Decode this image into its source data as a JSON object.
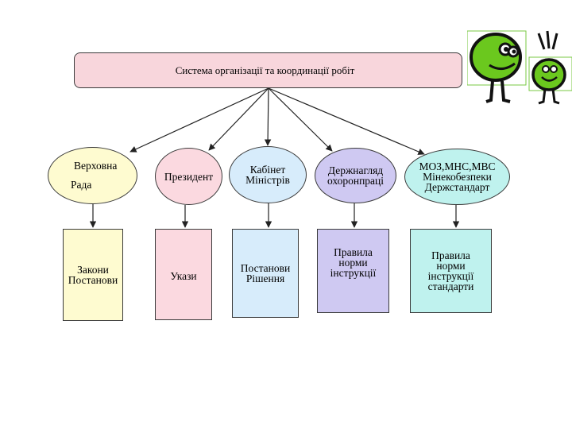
{
  "diagram": {
    "title": "Система організації та координації робіт",
    "authorities": [
      {
        "id": "verkhovna-rada",
        "lines": [
          "Верховна",
          "Рада"
        ],
        "fill": "#fefbd0"
      },
      {
        "id": "president",
        "lines": [
          "Президент"
        ],
        "fill": "#fbd9e0"
      },
      {
        "id": "cabinet",
        "lines": [
          "Кабінет",
          "Міністрів"
        ],
        "fill": "#d7ecfb"
      },
      {
        "id": "derzhnahliad",
        "lines": [
          "Держнагляд",
          "охоронпраці"
        ],
        "fill": "#cfc9f2"
      },
      {
        "id": "moz-mns-mvs",
        "lines": [
          "МОЗ,МНС,МВС",
          "Мінекобезпеки",
          "Держстандарт"
        ],
        "fill": "#bff2ee"
      }
    ],
    "documents": [
      {
        "id": "laws",
        "lines": [
          "Закони",
          "Постанови"
        ],
        "fill": "#fefbd0"
      },
      {
        "id": "decrees",
        "lines": [
          "Укази"
        ],
        "fill": "#fbd9e0"
      },
      {
        "id": "resolutions",
        "lines": [
          "Постанови",
          "Рішення"
        ],
        "fill": "#d7ecfb"
      },
      {
        "id": "rules-supervision",
        "lines": [
          "Правила",
          "норми",
          "інструкції"
        ],
        "fill": "#cfc9f2"
      },
      {
        "id": "rules-ministries",
        "lines": [
          "Правила",
          "норми",
          "інструкції",
          "стандарти"
        ],
        "fill": "#bff2ee"
      }
    ]
  },
  "decoration": {
    "mascot_icon": "two-green-smiley-characters",
    "mascot_color": "#6bc81e"
  }
}
